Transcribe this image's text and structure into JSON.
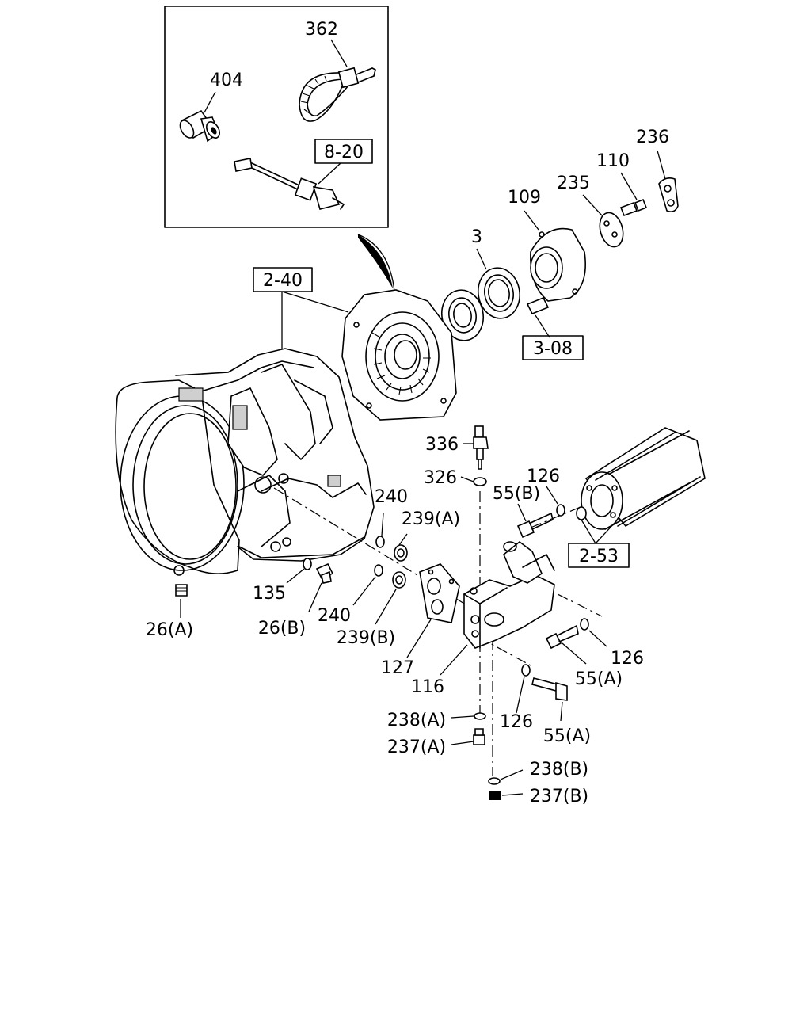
{
  "callouts": {
    "c362": "362",
    "c404": "404",
    "c8_20": "8-20",
    "c236": "236",
    "c110": "110",
    "c235": "235",
    "c109": "109",
    "c3": "3",
    "c2_40": "2-40",
    "c3_08": "3-08",
    "c336": "336",
    "c326": "326",
    "c126a": "126",
    "c55b": "55(B)",
    "c240a": "240",
    "c239a": "239(A)",
    "c2_53": "2-53",
    "c135": "135",
    "c26a": "26(A)",
    "c26b": "26(B)",
    "c240b": "240",
    "c239b": "239(B)",
    "c127": "127",
    "c116": "116",
    "c126b": "126",
    "c55a1": "55(A)",
    "c238a": "238(A)",
    "c126c": "126",
    "c237a": "237(A)",
    "c55a2": "55(A)",
    "c238b": "238(B)",
    "c237b": "237(B)"
  }
}
